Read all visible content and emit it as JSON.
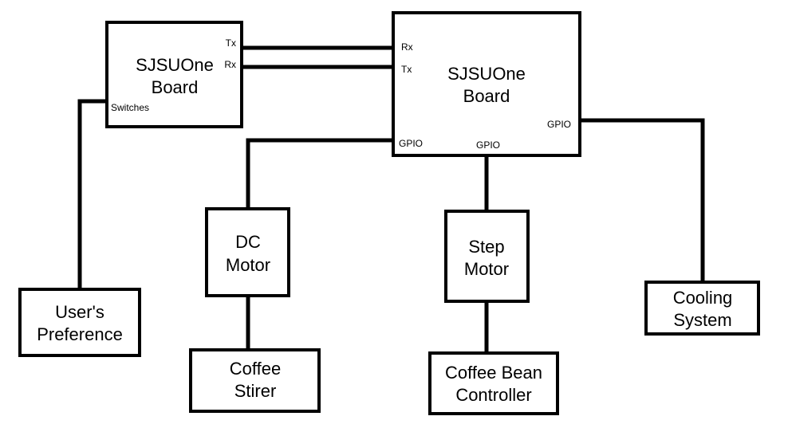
{
  "boards": {
    "left": {
      "line1": "SJSUOne",
      "line2": "Board",
      "pins": {
        "tx": "Tx",
        "rx": "Rx",
        "switches": "Switches"
      }
    },
    "right": {
      "line1": "SJSUOne",
      "line2": "Board",
      "pins": {
        "rx": "Rx",
        "tx": "Tx",
        "gpio_left": "GPIO",
        "gpio_bottom": "GPIO",
        "gpio_right": "GPIO"
      }
    }
  },
  "blocks": {
    "users_preference": {
      "line1": "User's",
      "line2": "Preference"
    },
    "dc_motor": {
      "line1": "DC",
      "line2": "Motor"
    },
    "coffee_stirer": {
      "line1": "Coffee",
      "line2": "Stirer"
    },
    "step_motor": {
      "line1": "Step",
      "line2": "Motor"
    },
    "coffee_bean_controller": {
      "line1": "Coffee Bean",
      "line2": "Controller"
    },
    "cooling_system": {
      "line1": "Cooling",
      "line2": "System"
    }
  },
  "colors": {
    "stroke": "#000000",
    "fill": "#ffffff"
  }
}
